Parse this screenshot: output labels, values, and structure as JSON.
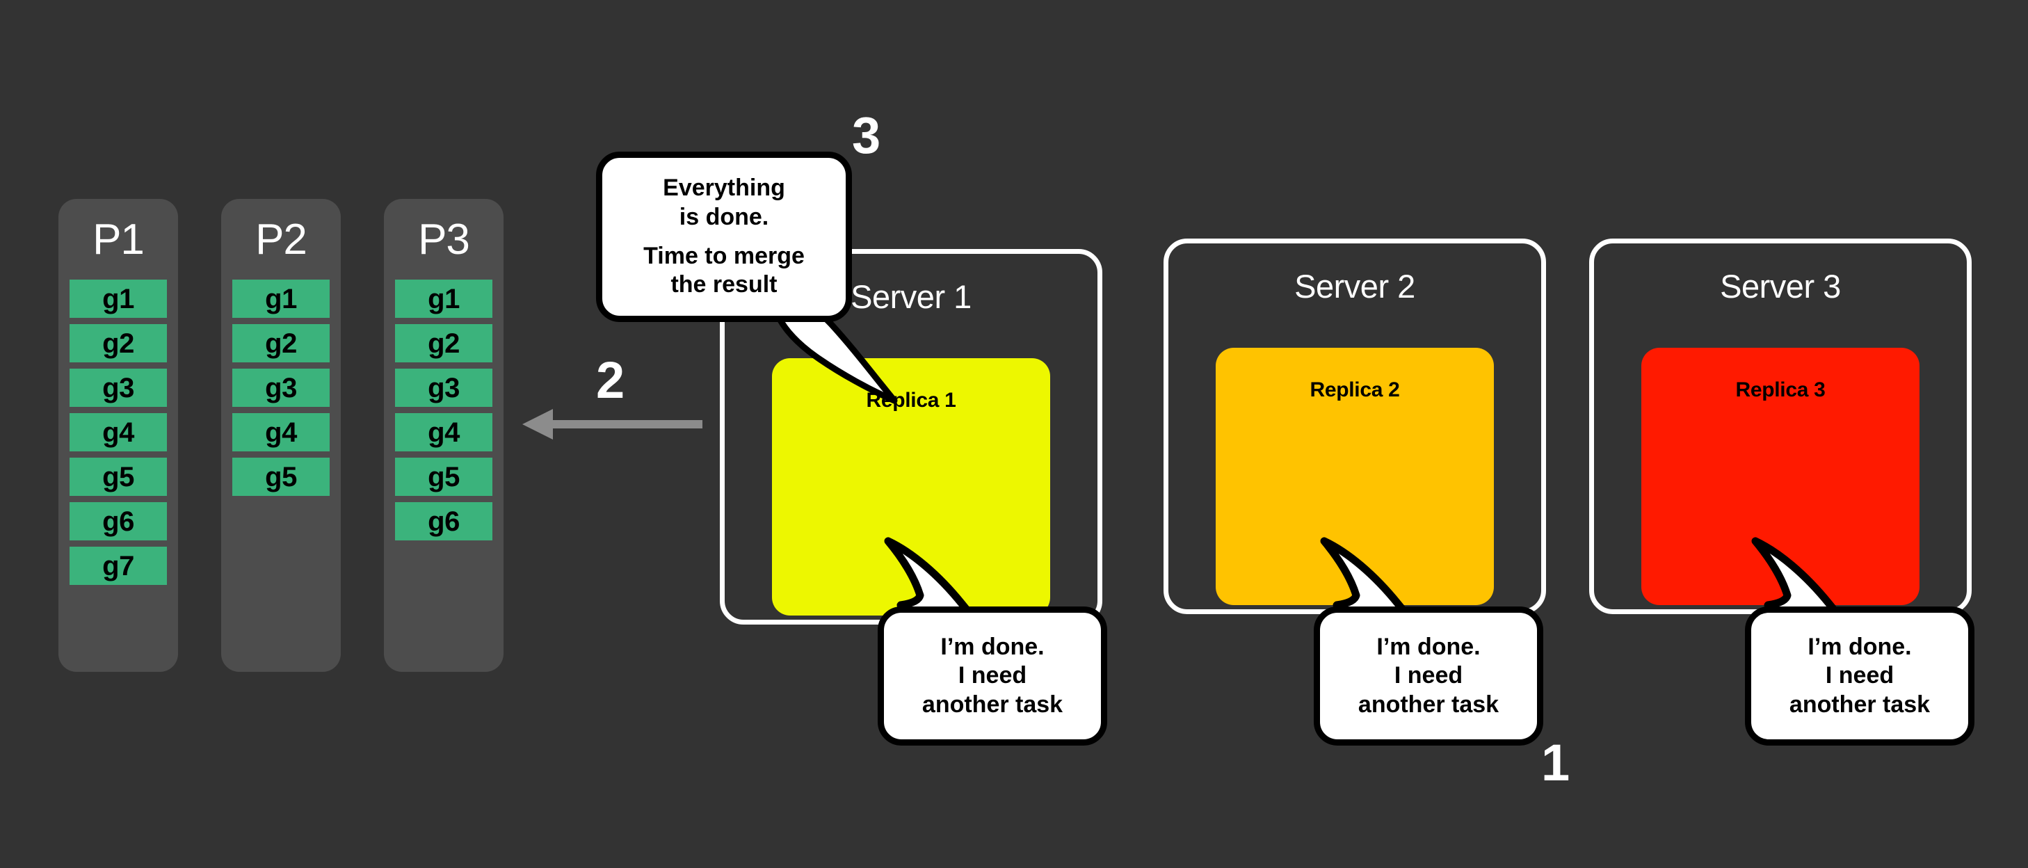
{
  "background_color": "#333333",
  "colors": {
    "partition_bg": "#4d4d4d",
    "chunk_green": "#3bb37c",
    "replica1_yellow": "#edf700",
    "replica2_orange": "#ffc300",
    "replica3_red": "#ff1a00",
    "server_border": "#ffffff",
    "arrow_gray": "#8c8c8c",
    "text_white": "#ffffff",
    "text_black": "#000000"
  },
  "partitions": [
    {
      "title": "P1",
      "chunks": [
        "g1",
        "g2",
        "g3",
        "g4",
        "g5",
        "g6",
        "g7"
      ]
    },
    {
      "title": "P2",
      "chunks": [
        "g1",
        "g2",
        "g3",
        "g4",
        "g5"
      ]
    },
    {
      "title": "P3",
      "chunks": [
        "g1",
        "g2",
        "g3",
        "g4",
        "g5",
        "g6"
      ]
    }
  ],
  "servers": [
    {
      "title": "Server 1",
      "replica": "Replica 1",
      "replica_color": "#edf700"
    },
    {
      "title": "Server 2",
      "replica": "Replica 2",
      "replica_color": "#ffc300"
    },
    {
      "title": "Server 3",
      "replica": "Replica 3",
      "replica_color": "#ff1a00"
    }
  ],
  "bubbles": {
    "merge": {
      "line1": "Everything",
      "line2": "is done.",
      "line3": "Time to merge",
      "line4": "the result"
    },
    "done": {
      "line1": "I’m done.",
      "line2": "I need",
      "line3": "another task"
    }
  },
  "step_numbers": {
    "one": "1",
    "two": "2",
    "three": "3"
  },
  "arrow": {
    "direction": "left",
    "label": "merge-arrow"
  }
}
